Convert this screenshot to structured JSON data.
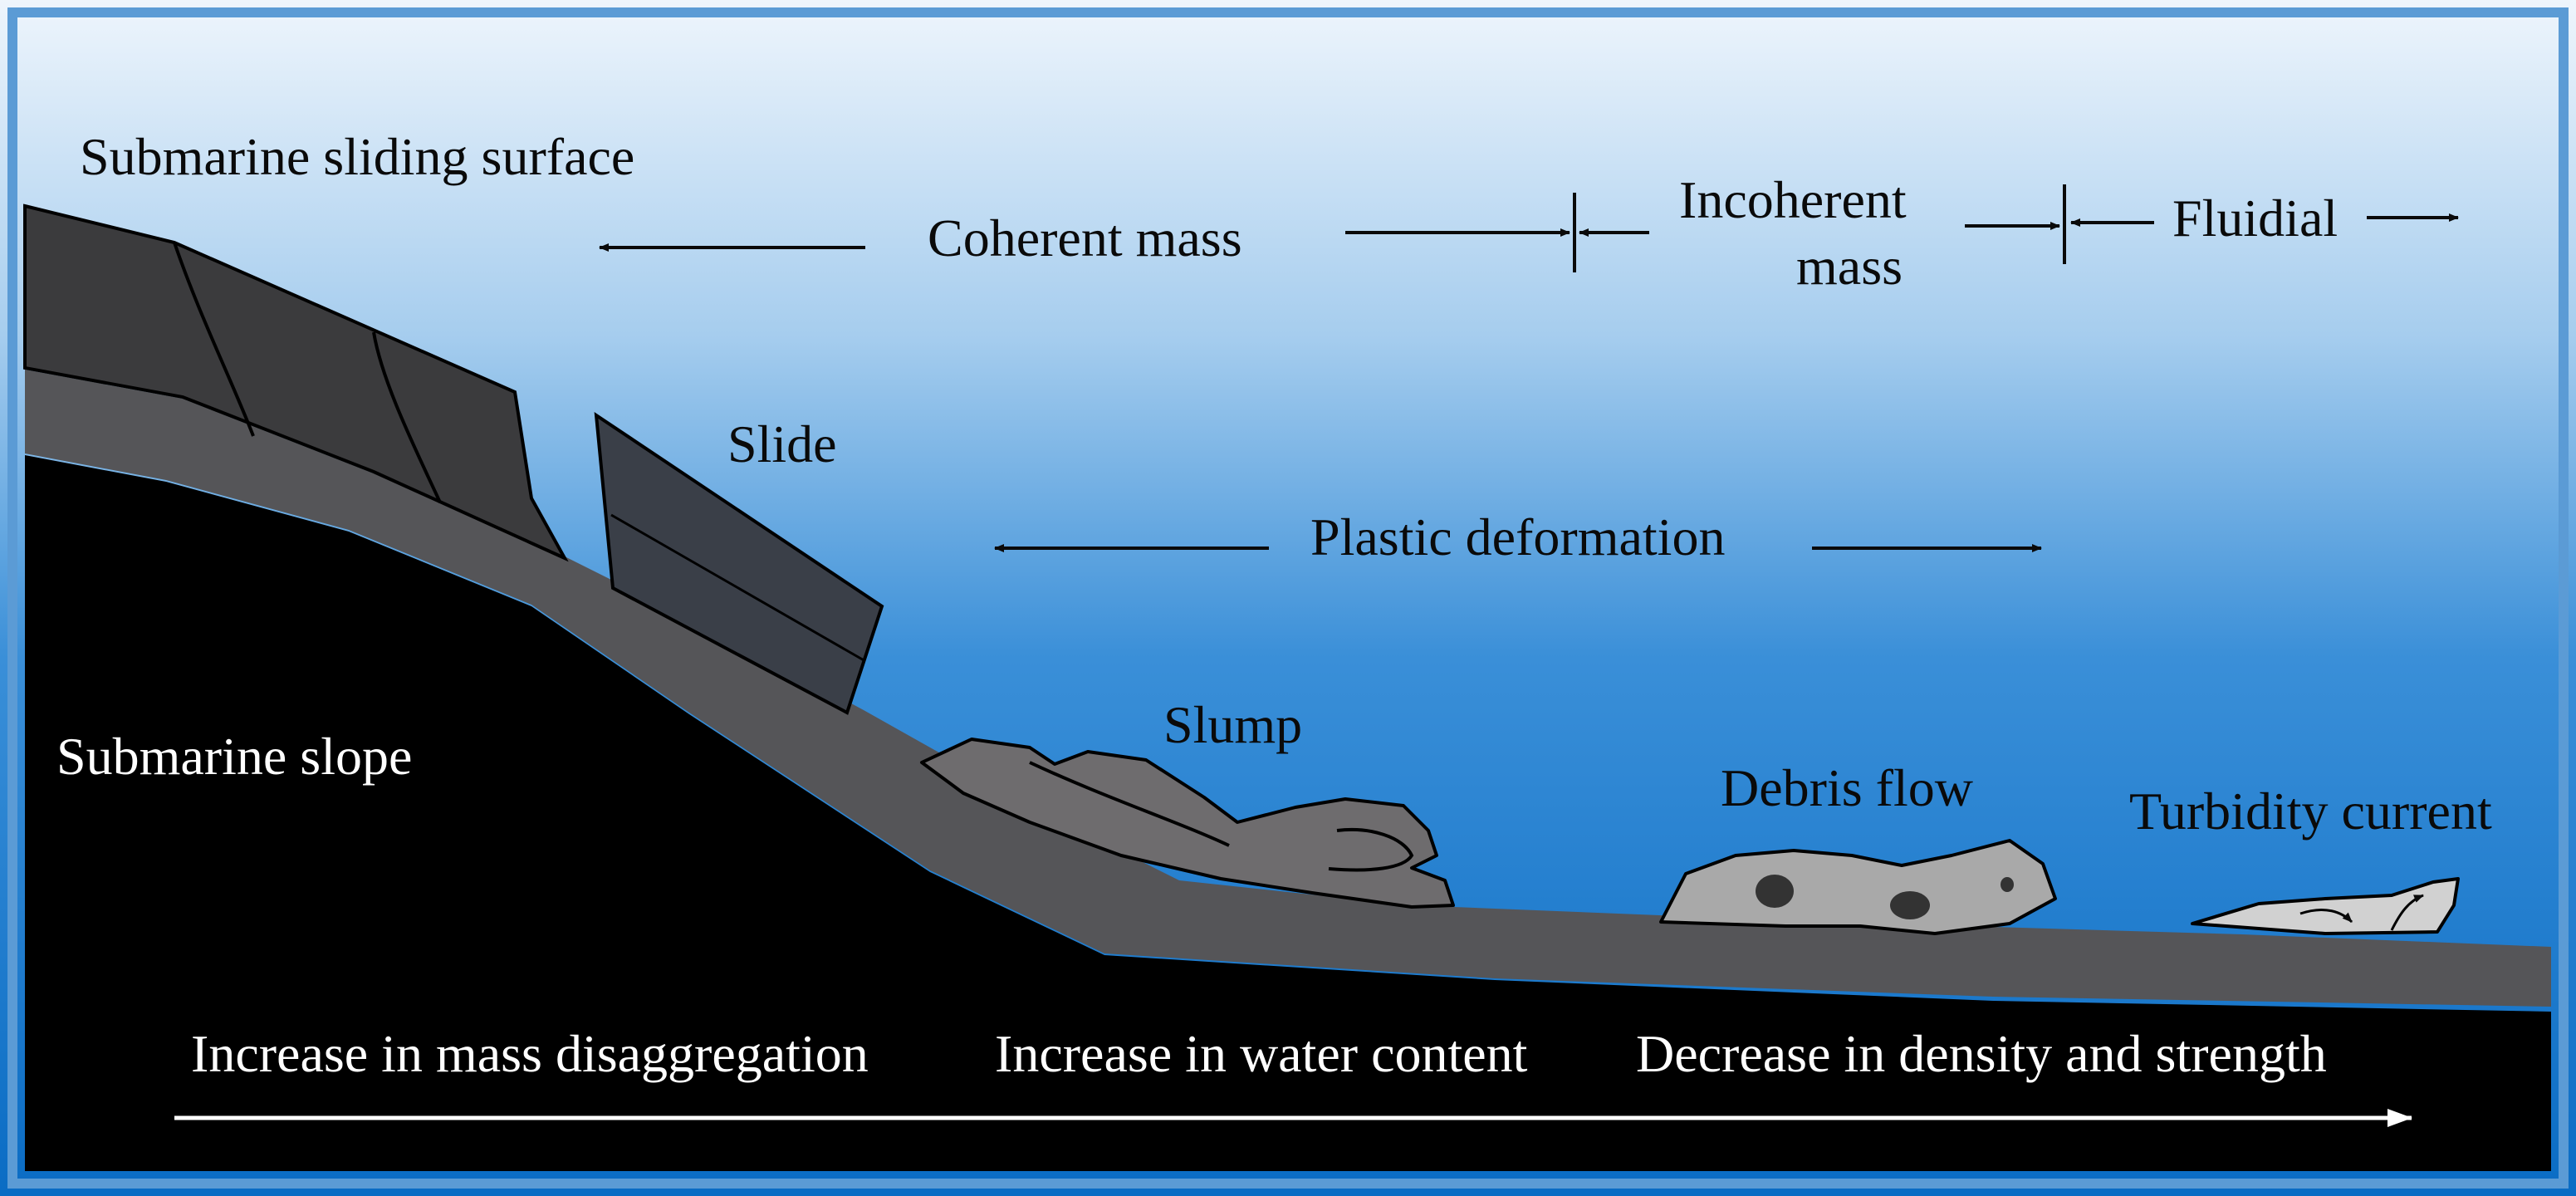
{
  "labels": {
    "sliding_surface": "Submarine sliding surface",
    "submarine_slope": "Submarine slope",
    "coherent_mass": "Coherent mass",
    "incoherent_mass_line1": "Incoherent",
    "incoherent_mass_line2": "mass",
    "fluidial": "Fluidial",
    "slide": "Slide",
    "plastic_deformation": "Plastic deformation",
    "slump": "Slump",
    "debris_flow": "Debris flow",
    "turbidity_current": "Turbidity current"
  },
  "trends": {
    "mass_disaggregation": "Increase in mass disaggregation",
    "water_content": "Increase in water content",
    "density_strength": "Decrease in density and strength"
  },
  "colors": {
    "border": "#5b9bd5",
    "water_top": "#eef5fc",
    "water_mid": "#3a8fd8",
    "water_bottom": "#0a6cc4",
    "seabed": "#000000",
    "sediment_layer": "#555558",
    "slide_block": "#3b3b3d",
    "slide_detached": "#3a3f48",
    "slump": "#6e6c6e",
    "debris": "#a9a9a9",
    "turbidity": "#c9c9c9"
  }
}
